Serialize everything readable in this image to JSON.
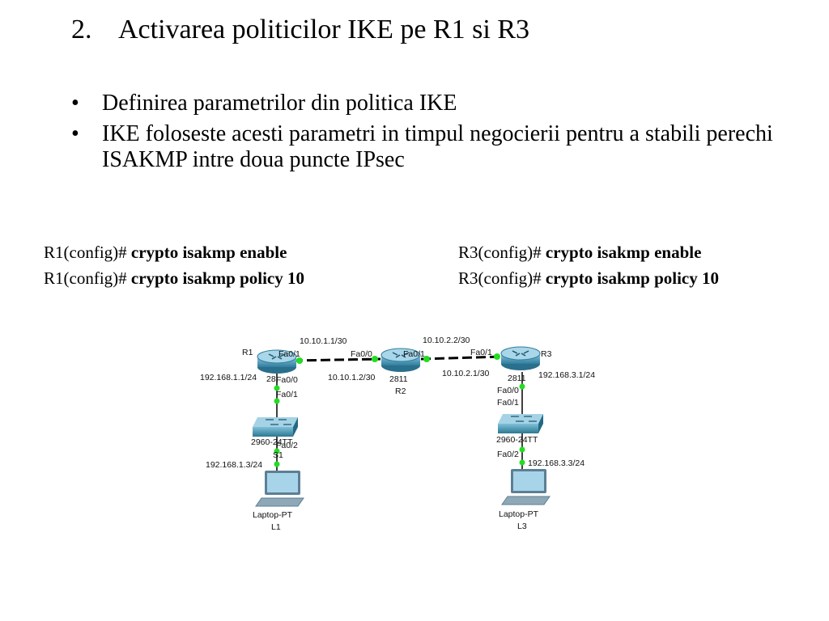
{
  "slide": {
    "title_number": "2.",
    "title_text": "Activarea politicilor IKE pe R1 si R3",
    "bullets": [
      "Definirea parametrilor din politica IKE",
      "IKE foloseste acesti parametri in timpul negocierii pentru a stabili perechi ISAKMP intre doua puncte IPsec"
    ],
    "bullet_char": "•"
  },
  "commands": {
    "left": [
      {
        "prompt": "R1(config)#",
        "cmd": "crypto isakmp enable"
      },
      {
        "prompt": "R1(config)#",
        "cmd": "crypto isakmp policy 10"
      }
    ],
    "right": [
      {
        "prompt": "R3(config)#",
        "cmd": "crypto isakmp enable"
      },
      {
        "prompt": "R3(config)#",
        "cmd": "crypto isakmp policy 10"
      }
    ]
  },
  "topology": {
    "r1": {
      "name": "R1",
      "model_partial": "28",
      "ip": "192.168.1.1/24",
      "if_wan": "Fa0/1",
      "if_lan": "Fa0/0"
    },
    "r2": {
      "name": "R2",
      "model": "2811",
      "ip_left": "10.10.1.2/30",
      "if_left": "Fa0/0",
      "if_right": "Fa0/1"
    },
    "r3": {
      "name": "R3",
      "model_partial": "2811",
      "ip": "192.168.3.1/24",
      "if_wan": "Fa0/1",
      "if_lan": "Fa0/0"
    },
    "link12_ip": "10.10.1.1/30",
    "link23_ip_top": "10.10.2.2/30",
    "link23_ip_bottom": "10.10.2.1/30",
    "s1": {
      "name": "S1",
      "model": "2960-24TT",
      "if_up": "Fa0/1",
      "if_down": "Fa0/2"
    },
    "s3": {
      "model": "2960-24TT",
      "if_up": "Fa0/1",
      "if_down": "Fa0/2"
    },
    "l1": {
      "type": "Laptop-PT",
      "name": "L1",
      "ip": "192.168.1.3/24"
    },
    "l3": {
      "type": "Laptop-PT",
      "name": "L3",
      "ip": "192.168.3.3/24"
    },
    "colors": {
      "router": "#3e8fb0",
      "switch": "#3c8aa6",
      "link_dot": "#22dd22",
      "laptop": "#6fa8c4"
    }
  }
}
